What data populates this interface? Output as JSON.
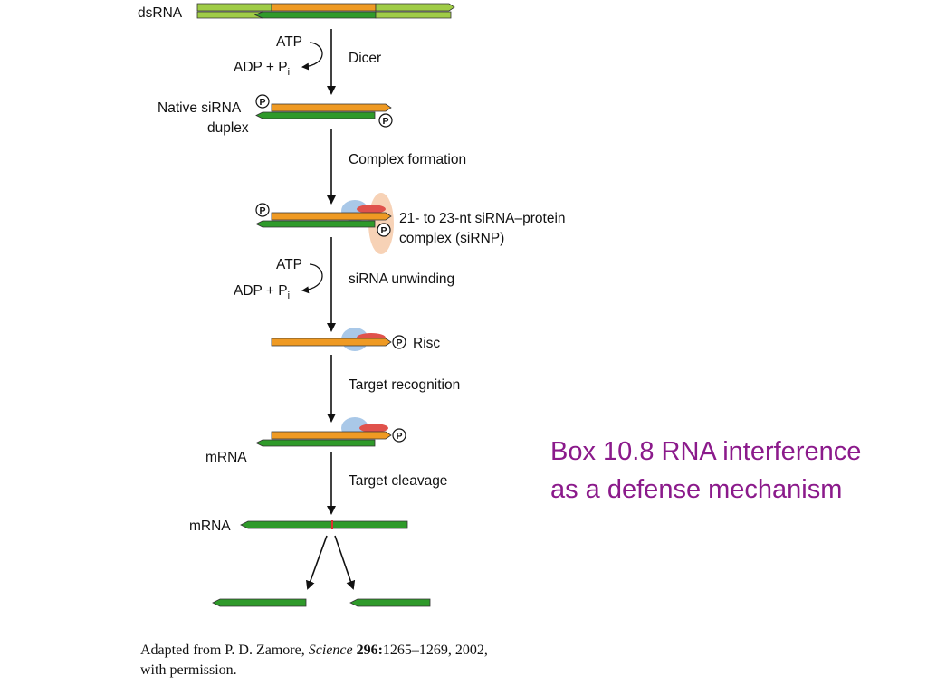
{
  "labels": {
    "dsrna": "dsRNA",
    "atp": "ATP",
    "adp": "ADP + P",
    "adp_sub": "i",
    "dicer": "Dicer",
    "native_line1": "Native siRNA",
    "native_line2": "duplex",
    "complex_formation": "Complex formation",
    "sirnp_line1": "21- to 23-nt siRNA–protein",
    "sirnp_line2": "complex (siRNP)",
    "unwinding": "siRNA unwinding",
    "risc": "Risc",
    "target_recognition": "Target recognition",
    "mrna": "mRNA",
    "target_cleavage": "Target cleavage",
    "p": "P"
  },
  "caption": {
    "line1": "Box 10.8 RNA interference",
    "line2": "as a defense mechanism"
  },
  "credit": {
    "prefix": "Adapted from P. D. Zamore,",
    "journal": "Science",
    "volume": "296:",
    "pages": "1265–1269, 2002,",
    "line2": "with permission."
  },
  "colors": {
    "strand_orange": "#ef9a23",
    "strand_green": "#2f9a2a",
    "strand_lightgreen": "#9fcc46",
    "protein_blue": "#a9c8e8",
    "protein_red": "#e0524c",
    "sirnp_halo": "#f7d2b6",
    "caption_text": "#8b1a8b",
    "cleavage_mark": "#e03030"
  }
}
